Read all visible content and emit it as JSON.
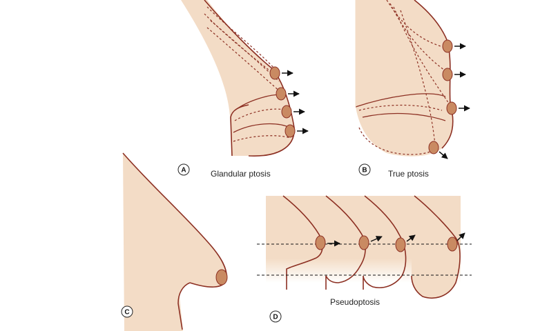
{
  "panels": {
    "a": {
      "letter": "A",
      "caption": "Glandular ptosis"
    },
    "b": {
      "letter": "B",
      "caption": "True ptosis"
    },
    "c": {
      "letter": "C"
    },
    "d": {
      "letter": "D",
      "caption": "Pseudoptosis"
    }
  },
  "colors": {
    "skin": "#f3dcc6",
    "outline": "#8c2f22",
    "nipple": "#c98a62",
    "arrow": "#111111"
  }
}
